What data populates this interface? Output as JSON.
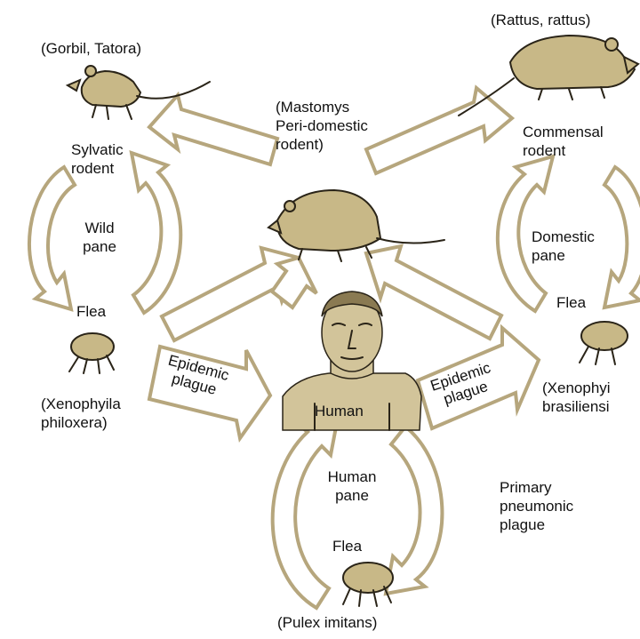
{
  "colors": {
    "arrow_fill": "#ffffff",
    "arrow_stroke": "#b6a67d",
    "animal_fill": "#c8b887",
    "animal_stroke": "#2a2418",
    "human_fill": "#d2c49a"
  },
  "labels": {
    "gorbil": "(Gorbil, Tatora)",
    "rattus": "(Rattus, rattus)",
    "mastomys_1": "(Mastomys",
    "mastomys_2": "Peri-domestic",
    "mastomys_3": "rodent)",
    "sylvatic_1": "Sylvatic",
    "sylvatic_2": "rodent",
    "commensal_1": "Commensal",
    "commensal_2": "rodent",
    "wild_1": "Wild",
    "wild_2": "pane",
    "domestic_1": "Domestic",
    "domestic_2": "pane",
    "flea_left": "Flea",
    "flea_right": "Flea",
    "flea_bottom": "Flea",
    "xeno_left_1": "(Xenophyila",
    "xeno_left_2": "philoxera)",
    "xeno_right_1": "(Xenophyi",
    "xeno_right_2": "brasiliensi",
    "epidemic_left_1": "Epidemic",
    "epidemic_left_2": "plague",
    "epidemic_right_1": "Epidemic",
    "epidemic_right_2": "plague",
    "human": "Human",
    "human_pane_1": "Human",
    "human_pane_2": "pane",
    "primary_1": "Primary",
    "primary_2": "pneumonic",
    "primary_3": "plague",
    "pulex": "(Pulex imitans)"
  },
  "icons": {
    "rodent_topleft": "gerbil-icon",
    "rodent_topright": "rat-icon",
    "rodent_center": "mastomys-rat-icon",
    "human": "human-figure-icon",
    "flea_left": "flea-icon",
    "flea_right": "flea-icon",
    "flea_bottom": "flea-icon"
  }
}
